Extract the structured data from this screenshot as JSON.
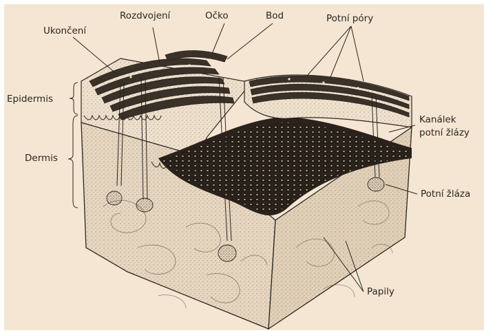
{
  "labels": {
    "ukonceni": "Ukončení",
    "rozdvojeni": "Rozdvojení",
    "ocko": "Očko",
    "bod": "Bod",
    "potni_pory": "Potní póry",
    "epidermis": "Epidermis",
    "dermis": "Dermis",
    "kanalek_line1": "Kanálek",
    "kanalek_line2": "potní žlázy",
    "potni_zlaza": "Potní žláza",
    "papily": "Papily"
  },
  "colors": {
    "background": "#f4e6d3",
    "ink": "#2a2520",
    "dermis_fill": "#e7d7c0",
    "epidermis_fill": "#efe1cd",
    "ridge_dark": "#3a3128"
  }
}
